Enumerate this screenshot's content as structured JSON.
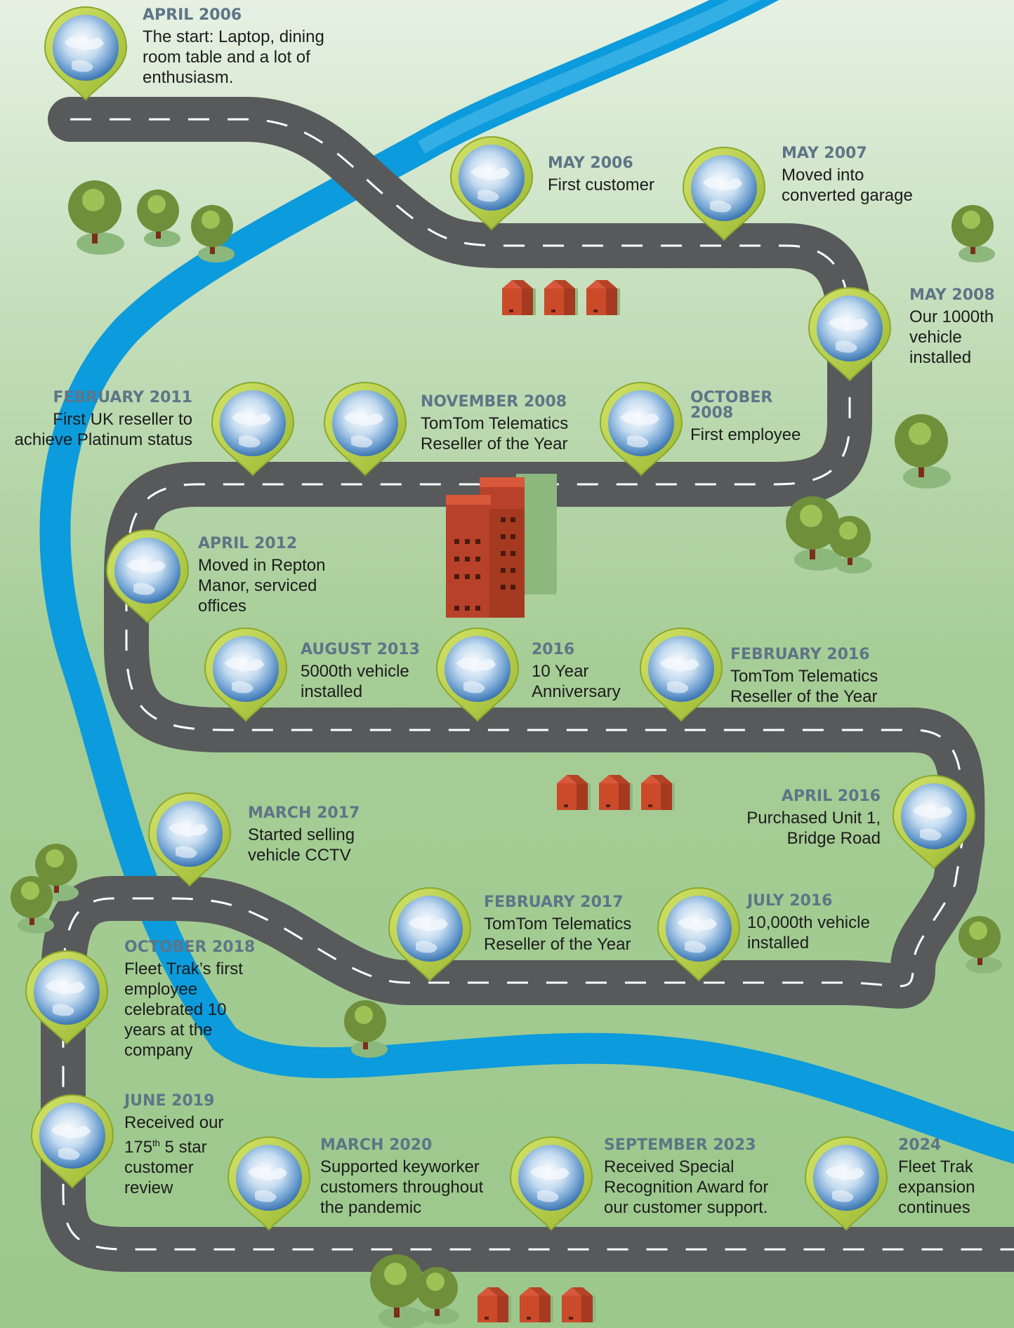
{
  "colors": {
    "grass_top": "#e4f0e1",
    "grass_bottom": "#9cc88c",
    "river": "#0c9bdc",
    "road": "#58595b",
    "pin": "#b5cf45",
    "tree": "#6f8f3a",
    "house": "#cb4a2a"
  },
  "milestones": [
    {
      "date": "APRIL 2006",
      "desc": "The start: Laptop, dining room table and a lot of enthusiasm."
    },
    {
      "date": "MAY 2006",
      "desc": "First customer"
    },
    {
      "date": "MAY 2007",
      "desc": "Moved into converted garage"
    },
    {
      "date": "MAY 2008",
      "desc": "Our 1000th vehicle installed"
    },
    {
      "date": "FEBRUARY 2011",
      "desc": "First UK reseller to achieve Platinum status"
    },
    {
      "date": "NOVEMBER 2008",
      "desc": "TomTom Telematics Reseller of the Year"
    },
    {
      "date": "OCTOBER 2008",
      "desc": "First employee"
    },
    {
      "date": "APRIL 2012",
      "desc": "Moved in Repton Manor, serviced offices"
    },
    {
      "date": "AUGUST 2013",
      "desc": "5000th vehicle installed"
    },
    {
      "date": "2016",
      "desc": "10 Year Anniversary"
    },
    {
      "date": "FEBRUARY 2016",
      "desc": "TomTom Telematics Reseller of the Year"
    },
    {
      "date": "APRIL 2016",
      "desc": "Purchased Unit 1, Bridge Road"
    },
    {
      "date": "MARCH 2017",
      "desc": "Started selling vehicle CCTV"
    },
    {
      "date": "FEBRUARY 2017",
      "desc": "TomTom Telematics Reseller of the Year"
    },
    {
      "date": "JULY 2016",
      "desc": "10,000th vehicle installed"
    },
    {
      "date": "OCTOBER 2018",
      "desc": "Fleet Trak’s first employee celebrated 10 years at the company"
    },
    {
      "date": "JUNE 2019",
      "desc_a": "Received our 175",
      "desc_sup": "th",
      "desc_b": " 5 star customer review"
    },
    {
      "date": "MARCH 2020",
      "desc": "Supported keyworker customers throughout the pandemic"
    },
    {
      "date": "SEPTEMBER 2023",
      "desc": "Received Special Recognition Award for our customer support."
    },
    {
      "date": "2024",
      "desc": "Fleet Trak expansion continues"
    }
  ]
}
